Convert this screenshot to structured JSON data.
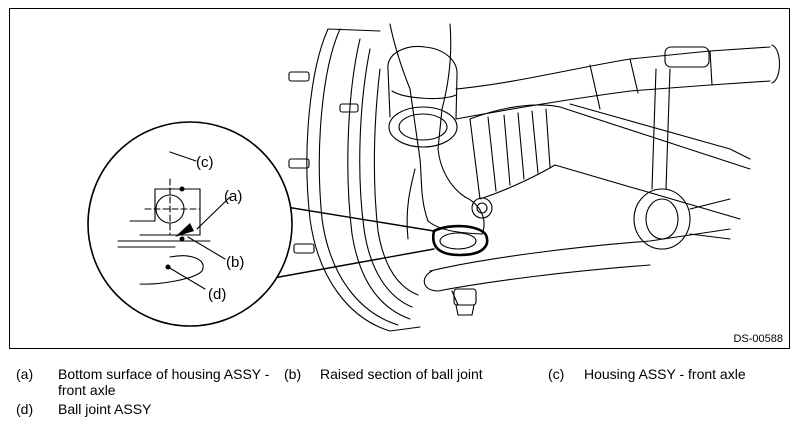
{
  "figure": {
    "code": "DS-00588",
    "callouts": {
      "a": "(a)",
      "b": "(b)",
      "c": "(c)",
      "d": "(d)"
    }
  },
  "legend": [
    {
      "key": "(a)",
      "text": "Bottom surface of housing ASSY -\nfront axle"
    },
    {
      "key": "(b)",
      "text": "Raised section of ball joint"
    },
    {
      "key": "(c)",
      "text": "Housing ASSY - front axle"
    },
    {
      "key": "(d)",
      "text": "Ball joint ASSY"
    }
  ]
}
